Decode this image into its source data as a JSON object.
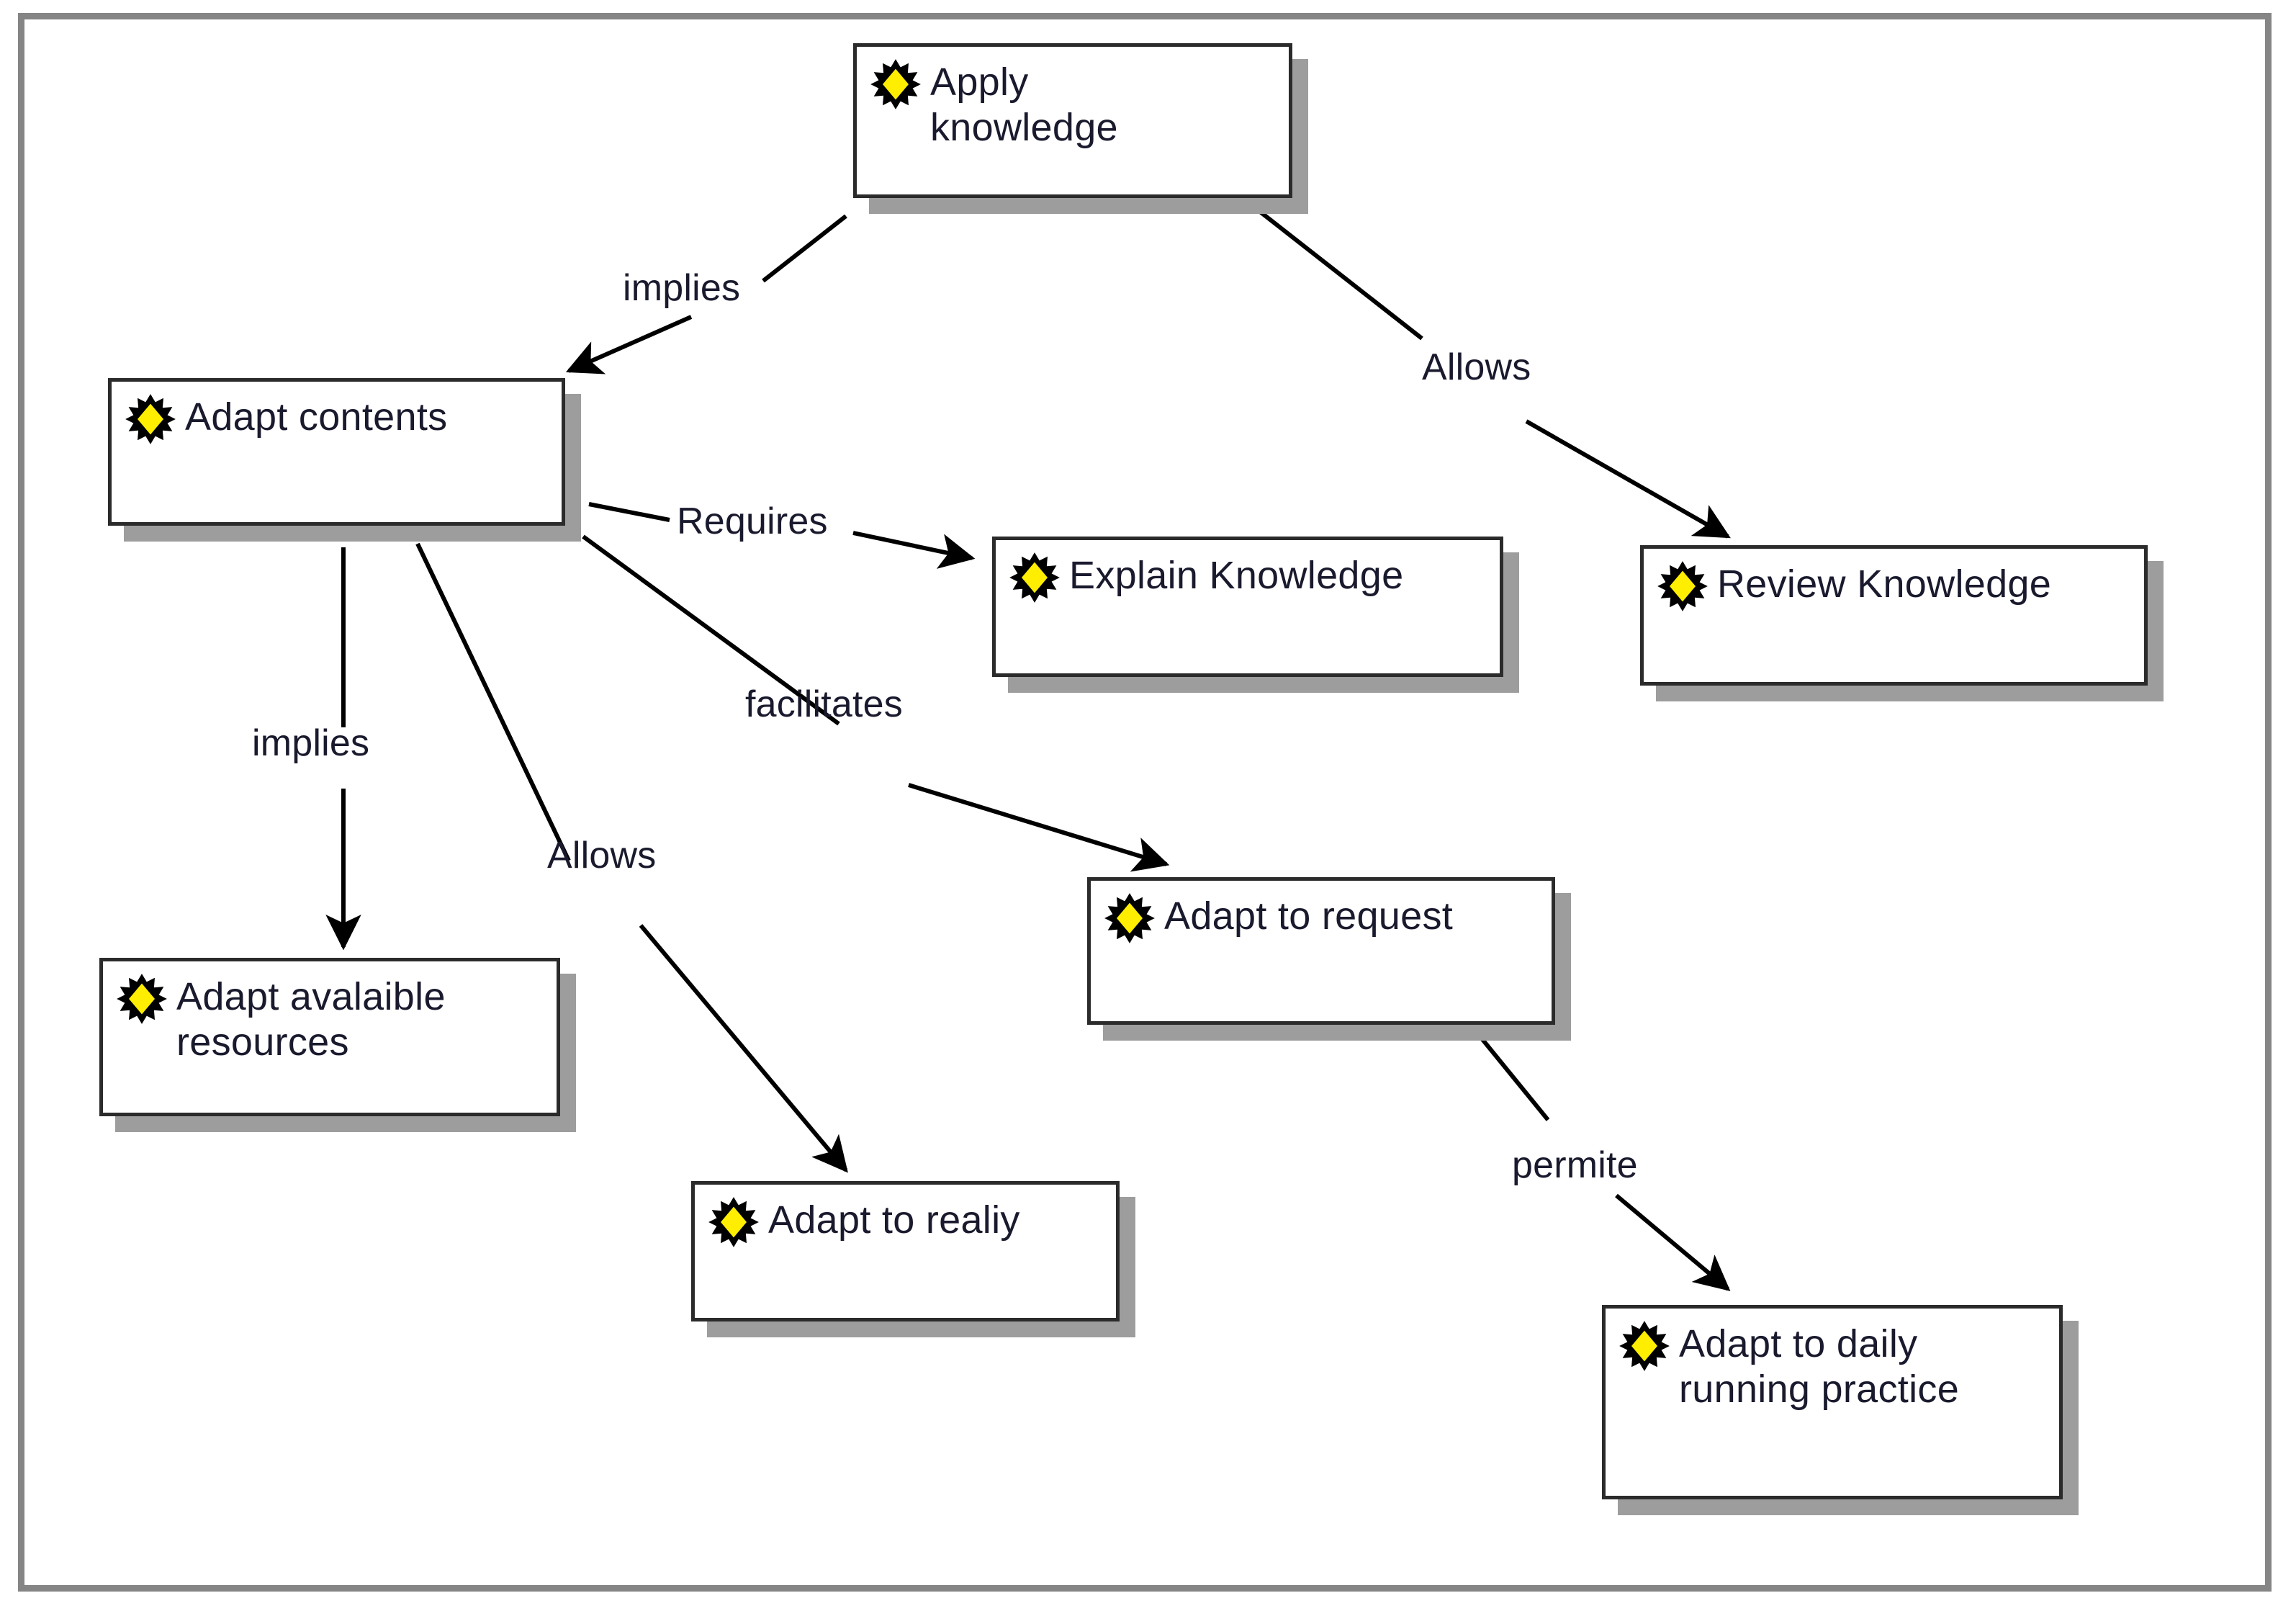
{
  "diagram": {
    "type": "concept-map",
    "background_color": "#ffffff",
    "frame_color": "#858585",
    "node_border_color": "#2b2b2b",
    "node_shadow_color": "#9d9d9d",
    "icon_color": "#ffee00",
    "icon_outline_color": "#000000",
    "text_color": "#1a1a2e",
    "edge_color": "#000000",
    "nodes": [
      {
        "id": "apply-knowledge",
        "label": "Apply\nknowledge"
      },
      {
        "id": "adapt-contents",
        "label": "Adapt contents"
      },
      {
        "id": "explain-knowledge",
        "label": "Explain Knowledge"
      },
      {
        "id": "review-knowledge",
        "label": "Review Knowledge"
      },
      {
        "id": "adapt-available-resources",
        "label": "Adapt avalaible\nresources"
      },
      {
        "id": "adapt-to-reality",
        "label": "Adapt to realiy"
      },
      {
        "id": "adapt-to-request",
        "label": "Adapt to request"
      },
      {
        "id": "adapt-to-daily-running-practice",
        "label": "Adapt to daily\nrunning practice"
      }
    ],
    "edges": [
      {
        "id": "e1",
        "from": "apply-knowledge",
        "to": "adapt-contents",
        "label": "implies"
      },
      {
        "id": "e2",
        "from": "apply-knowledge",
        "to": "review-knowledge",
        "label": "Allows"
      },
      {
        "id": "e3",
        "from": "adapt-contents",
        "to": "explain-knowledge",
        "label": "Requires"
      },
      {
        "id": "e4",
        "from": "adapt-contents",
        "to": "adapt-to-request",
        "label": "facilitates"
      },
      {
        "id": "e5",
        "from": "adapt-contents",
        "to": "adapt-available-resources",
        "label": "implies"
      },
      {
        "id": "e6",
        "from": "adapt-contents",
        "to": "adapt-to-reality",
        "label": "Allows"
      },
      {
        "id": "e7",
        "from": "adapt-to-request",
        "to": "adapt-to-daily-running-practice",
        "label": "permite"
      }
    ]
  }
}
